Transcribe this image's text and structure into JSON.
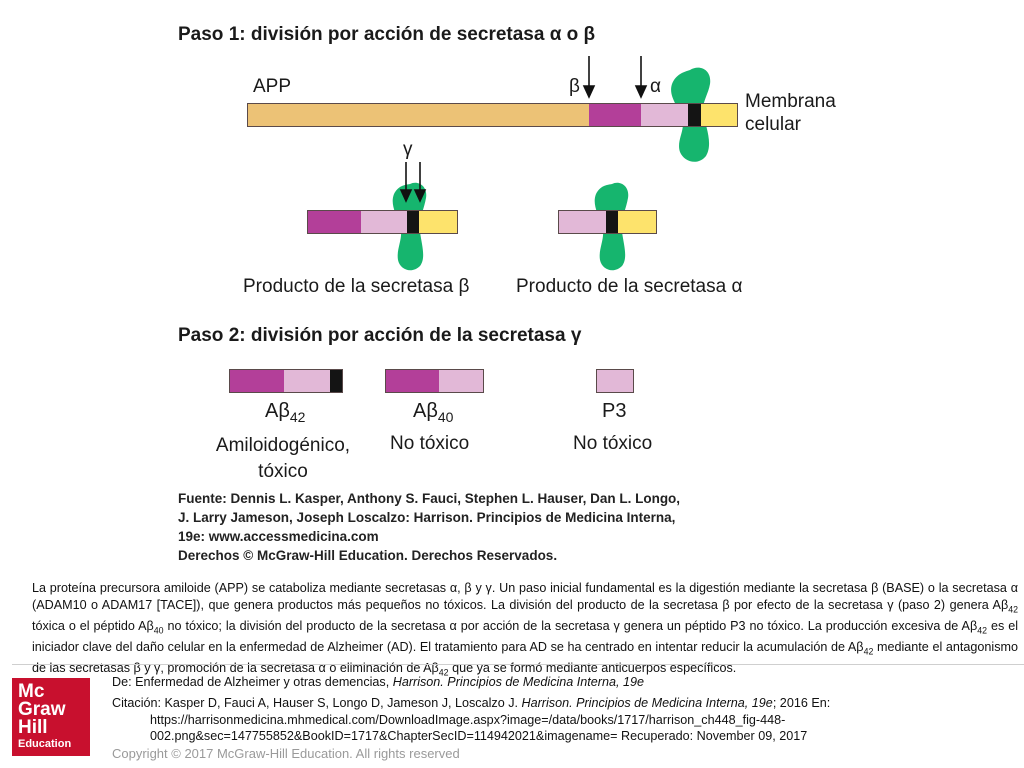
{
  "figure": {
    "step1_title": "Paso 1: división por acción de secretasa α o β",
    "app_label": "APP",
    "beta_cut_label": "β",
    "alpha_cut_label": "α",
    "membrane_label_1": "Membrana",
    "membrane_label_2": "celular",
    "gamma_cut_label": "γ",
    "beta_product_label": "Producto de la secretasa β",
    "alpha_product_label": "Producto de la secretasa α",
    "step2_title": "Paso 2: división por acción de la secretasa γ",
    "ab42_base": "Aβ",
    "ab42_sub": "42",
    "ab42_desc_1": "Amiloidogénico,",
    "ab42_desc_2": "tóxico",
    "ab40_base": "Aβ",
    "ab40_sub": "40",
    "ab40_desc": "No tóxico",
    "p3_label": "P3",
    "p3_desc": "No tóxico",
    "source_lines": [
      "Fuente: Dennis L. Kasper, Anthony S. Fauci, Stephen L. Hauser, Dan L. Longo,",
      "J. Larry Jameson, Joseph Loscalzo: Harrison. Principios de Medicina Interna,",
      "19e: www.accessmedicina.com",
      "Derechos © McGraw-Hill Education. Derechos Reservados."
    ]
  },
  "caption": {
    "p1": "La proteína precursora amiloide (APP) se cataboliza mediante secretasas α, β y γ. Un paso inicial fundamental es la digestión mediante la secretasa β (BASE) o la secretasa α (ADAM10 o ADAM17 [TACE]), que genera productos más pequeños no tóxicos. La división del producto de la secretasa β por efecto de la secretasa γ (paso 2) genera Aβ",
    "s1": "42",
    "p2": " tóxica o el péptido Aβ",
    "s2": "40",
    "p3": " no tóxico; la división del producto de la secretasa α por acción de la secretasa γ genera un péptido P3 no tóxico. La producción excesiva de Aβ",
    "s3": "42",
    "p4": " es el iniciador clave del daño celular en la enfermedad de Alzheimer (AD). El tratamiento para AD se ha centrado en intentar reducir la acumulación de Aβ",
    "s4": "42",
    "p5": " mediante el antagonismo de las secretasas β y γ, promoción de la secretasa α o eliminación de Aβ",
    "s5": "42",
    "p6": " que ya se formó mediante anticuerpos específicos."
  },
  "footer": {
    "logo_lines": [
      "Mc",
      "Graw",
      "Hill",
      "Education"
    ],
    "from_prefix": "De: ",
    "from_plain": "Enfermedad de Alzheimer y otras demencias, ",
    "from_italic": "Harrison. Principios de Medicina Interna, 19e",
    "cite_prefix": "Citación: Kasper D, Fauci A, Hauser S, Longo D, Jameson J, Loscalzo J. ",
    "cite_italic": "Harrison. Principios de Medicina Interna, 19e",
    "cite_suffix": "; 2016 En:",
    "cite_url_1": "https://harrisonmedicina.mhmedical.com/DownloadImage.aspx?image=/data/books/1717/harrison_ch448_fig-448-",
    "cite_url_2": "002.png&sec=147755852&BookID=1717&ChapterSecID=114942021&imagename= Recuperado: November 09, 2017",
    "copyright": "Copyright © 2017 McGraw-Hill Education. All rights reserved"
  },
  "colors": {
    "app_body": "#ecc276",
    "magenta": "#b33f99",
    "pink": "#e2b8d7",
    "transmembrane": "#141414",
    "yellow": "#fde36c",
    "membrane": "#16b56e",
    "logo": "#c8102e"
  }
}
